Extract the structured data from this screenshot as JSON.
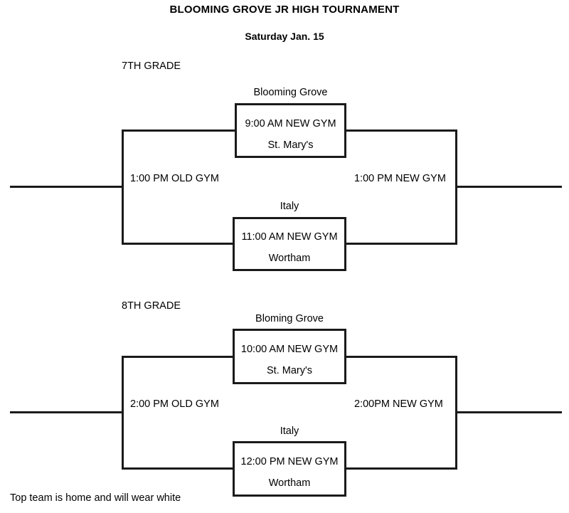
{
  "document": {
    "title": "BLOOMING GROVE JR HIGH TOURNAMENT",
    "date": "Saturday Jan. 15",
    "footer_note": "Top team is home and will wear white"
  },
  "brackets": [
    {
      "grade_label": "7TH GRADE",
      "semifinal_label": "1:00 PM OLD GYM",
      "final_label": "1:00 PM NEW GYM",
      "games": [
        {
          "team_top": "Blooming Grove",
          "time_venue": "9:00 AM NEW GYM",
          "team_bottom": "St. Mary's"
        },
        {
          "team_top": "Italy",
          "time_venue": "11:00 AM NEW GYM",
          "team_bottom": "Wortham"
        }
      ]
    },
    {
      "grade_label": "8TH GRADE",
      "semifinal_label": "2:00 PM OLD GYM",
      "final_label": "2:00PM NEW GYM",
      "games": [
        {
          "team_top": "Bloming Grove",
          "time_venue": "10:00 AM NEW GYM",
          "team_bottom": "St. Mary's"
        },
        {
          "team_top": "Italy",
          "time_venue": "12:00 PM NEW GYM",
          "team_bottom": "Wortham"
        }
      ]
    }
  ],
  "colors": {
    "line": "#1a1a1a",
    "background": "#ffffff",
    "text": "#000000"
  }
}
